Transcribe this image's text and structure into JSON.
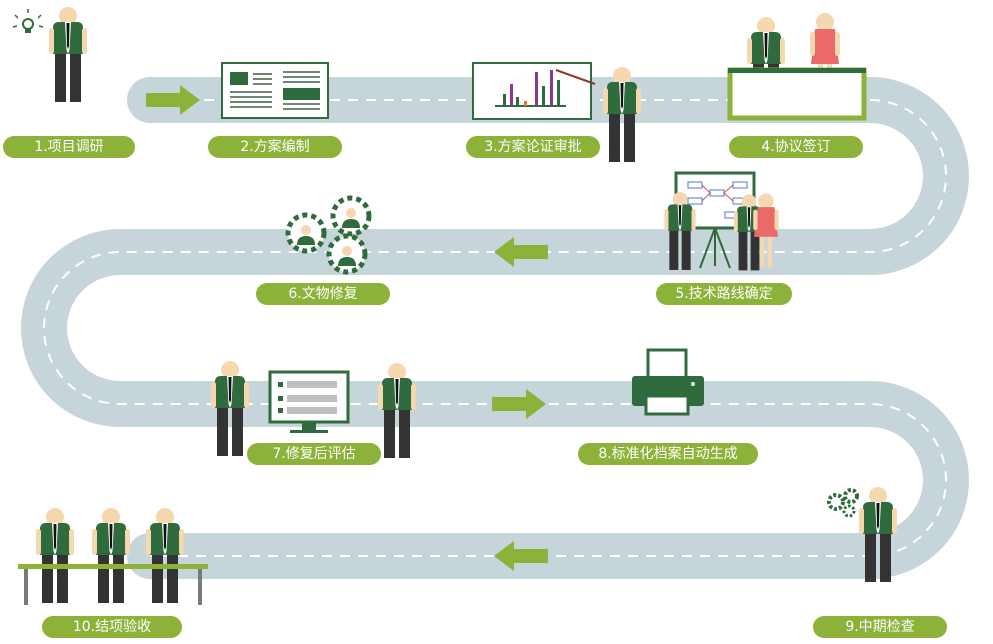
{
  "steps": [
    {
      "label": "1.项目调研"
    },
    {
      "label": "2.方案编制"
    },
    {
      "label": "3.方案论证审批"
    },
    {
      "label": "4.协议签订"
    },
    {
      "label": "5.技术路线确定"
    },
    {
      "label": "6.文物修复"
    },
    {
      "label": "7.修复后评估"
    },
    {
      "label": "8.标准化档案自动生成"
    },
    {
      "label": "9.中期检查"
    },
    {
      "label": "10.结项验收"
    }
  ],
  "colors": {
    "road": "#c6d5d9",
    "road_dash": "#ffffff",
    "accent": "#8cb23a",
    "shirt": "#2f6b3c",
    "pants": "#333333",
    "skin": "#f5d8b0",
    "female": "#ea6a6a"
  }
}
